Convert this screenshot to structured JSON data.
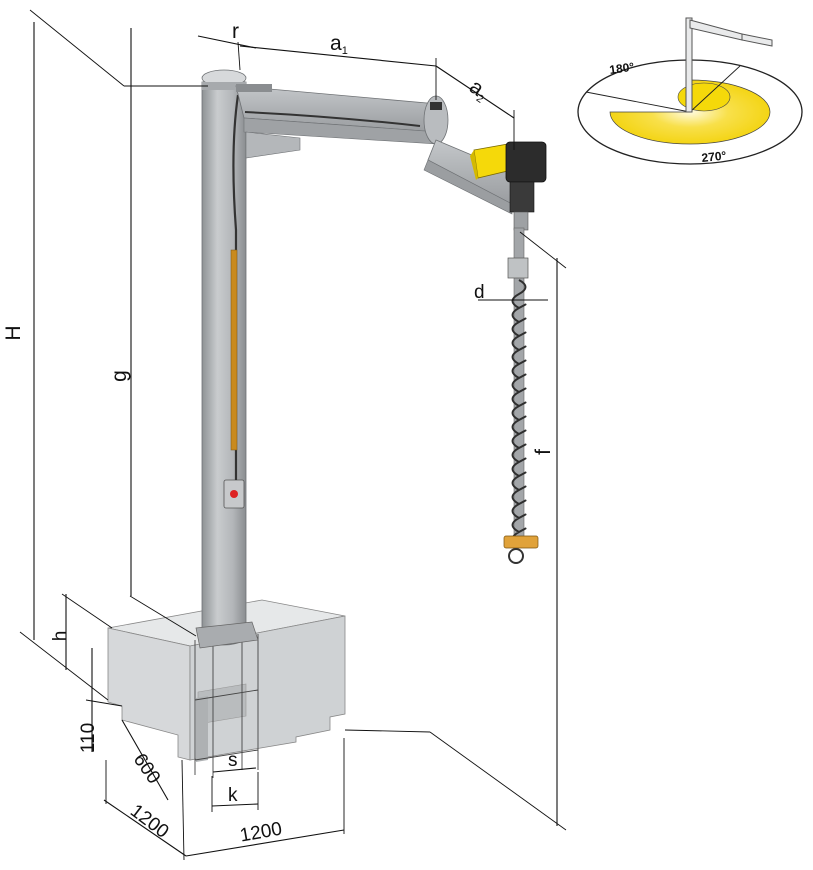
{
  "labels": {
    "H": "H",
    "g": "g",
    "f": "f",
    "r": "r",
    "a1": "a",
    "a1_sub": "1",
    "a2": "a",
    "a2_sub": "2",
    "d": "d",
    "h": "h",
    "base_110": "110",
    "base_600": "600",
    "base_1200_side": "1200",
    "base_1200_front": "1200",
    "s": "s",
    "k": "k"
  },
  "inset": {
    "angle_180": "180°",
    "angle_270": "270°"
  },
  "colors": {
    "column": "#b9bcbf",
    "concrete": "#d9dbdd",
    "yellow": "#f5d90a",
    "motor": "#2c2c2c",
    "cable_orange": "#c98a1e"
  }
}
